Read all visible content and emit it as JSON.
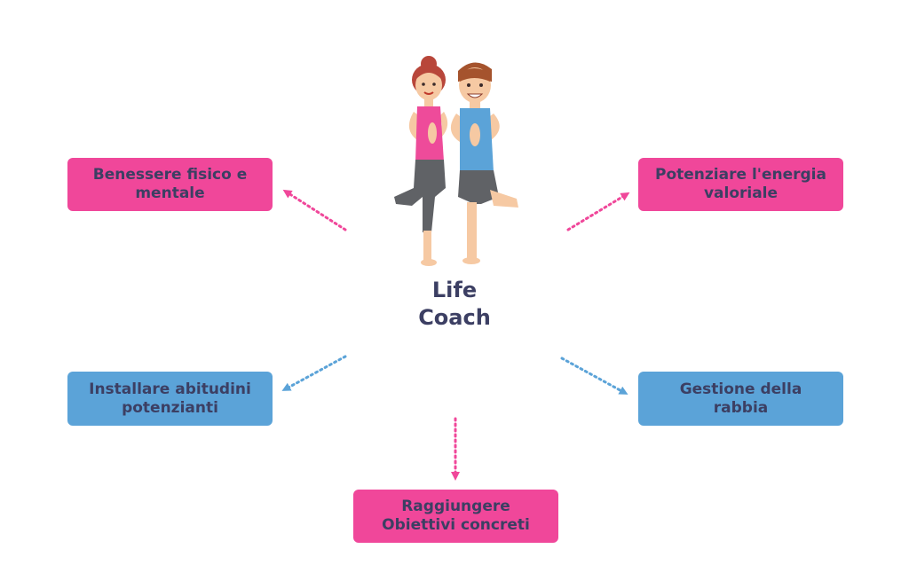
{
  "center": {
    "line1": "Life",
    "line2": "Coach"
  },
  "nodes": {
    "benessere": "Benessere fisico e mentale",
    "potenziare": "Potenziare  l'energia valoriale",
    "installare": "Installare abitudini potenzianti",
    "gestione": "Gestione della rabbia",
    "raggiungere": "Raggiungere Obiettivi concreti"
  },
  "colors": {
    "pink": "#f0479a",
    "blue": "#5ba3d8",
    "text": "#3c3f63"
  },
  "illustration": "yoga-couple-tree-pose-icon"
}
